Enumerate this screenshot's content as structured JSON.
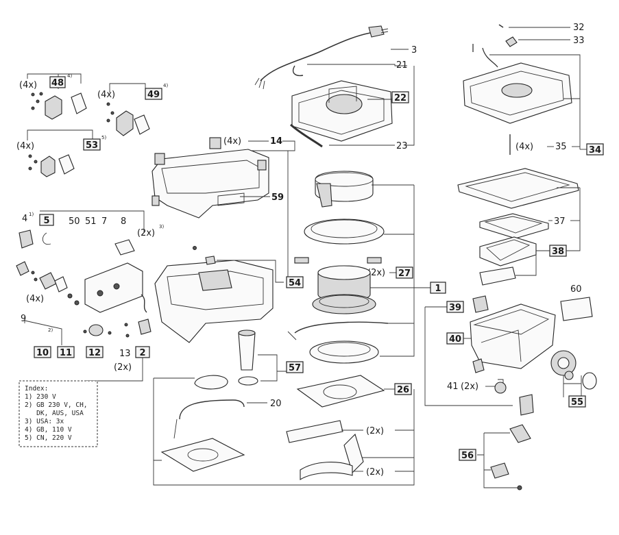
{
  "labels": {
    "l1": "1",
    "l2": "2",
    "l3": "3",
    "l4": "4",
    "l5": "5",
    "l7": "7",
    "l8": "8",
    "l9": "9",
    "l10": "10",
    "l11": "11",
    "l12": "12",
    "l13": "13",
    "l14": "14",
    "l20": "20",
    "l21": "21",
    "l22": "22",
    "l23": "23",
    "l26": "26",
    "l27": "27",
    "l32": "32",
    "l33": "33",
    "l34": "34",
    "l35": "35",
    "l37": "37",
    "l38": "38",
    "l39": "39",
    "l40": "40",
    "l41": "41",
    "l48": "48",
    "l49": "49",
    "l50": "50",
    "l51": "51",
    "l53": "53",
    "l54": "54",
    "l55": "55",
    "l56": "56",
    "l57": "57",
    "l59": "59",
    "l60": "60"
  },
  "qty": {
    "q4x": "(4x)",
    "q2x": "(2x)"
  },
  "footnotes": {
    "f1": "1)",
    "f2": "2)",
    "f3": "3)",
    "f4": "4)",
    "f5": "5)"
  },
  "index": {
    "title": "Index:",
    "lines": [
      "1) 230 V",
      "2) GB 230 V, CH,",
      "   DK, AUS, USA",
      "3) USA: 3x",
      "4) GB, 110 V",
      "5) CN, 220 V"
    ]
  }
}
